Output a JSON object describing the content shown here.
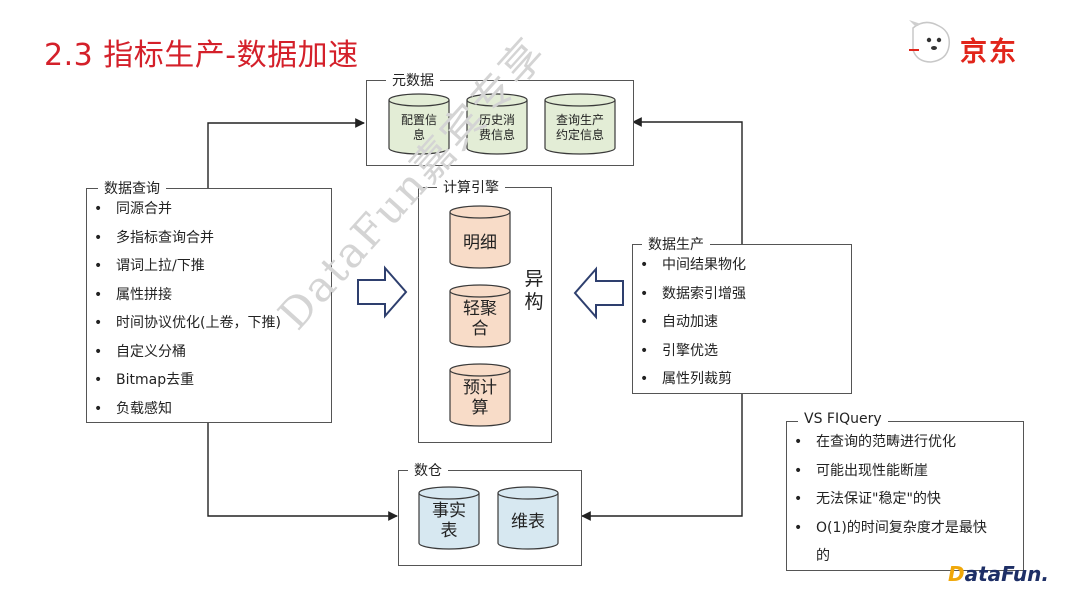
{
  "title": "2.3 指标生产-数据加速",
  "logo_text": "京东",
  "watermark": "DataFun嘉宾专享",
  "datafun_logo": {
    "first": "D",
    "rest": "ataFun."
  },
  "metadata": {
    "label": "元数据",
    "cylinders": [
      {
        "lines": [
          "配置信",
          "息"
        ]
      },
      {
        "lines": [
          "历史消",
          "费信息"
        ]
      },
      {
        "lines": [
          "查询生产",
          "约定信息"
        ]
      }
    ]
  },
  "compute": {
    "label": "计算引擎",
    "cylinders": [
      {
        "lines": [
          "明细"
        ]
      },
      {
        "lines": [
          "轻聚",
          "合"
        ]
      },
      {
        "lines": [
          "预计",
          "算"
        ]
      }
    ],
    "heterogeneous": [
      "异",
      "构"
    ]
  },
  "warehouse": {
    "label": "数仓",
    "cylinders": [
      {
        "lines": [
          "事实",
          "表"
        ]
      },
      {
        "lines": [
          "维表"
        ]
      }
    ]
  },
  "query": {
    "label": "数据查询",
    "items": [
      "同源合并",
      "多指标查询合并",
      "谓词上拉/下推",
      "属性拼接",
      "时间协议优化(上卷，下推)",
      "自定义分桶",
      "Bitmap去重",
      "负载感知"
    ]
  },
  "production": {
    "label": "数据生产",
    "items": [
      "中间结果物化",
      "数据索引增强",
      "自动加速",
      "引擎优选",
      "属性列裁剪"
    ]
  },
  "vs": {
    "label": "VS FIQuery",
    "items": [
      "在查询的范畴进行优化",
      "可能出现性能断崖",
      "无法保证\"稳定\"的快",
      "O(1)的时间复杂度才是最快的"
    ]
  },
  "colors": {
    "title": "#d4202a",
    "metadata_fill": "#e3edd6",
    "compute_fill": "#f8dcc8",
    "warehouse_fill": "#d7e8f1",
    "outline": "#3a3a3a"
  }
}
